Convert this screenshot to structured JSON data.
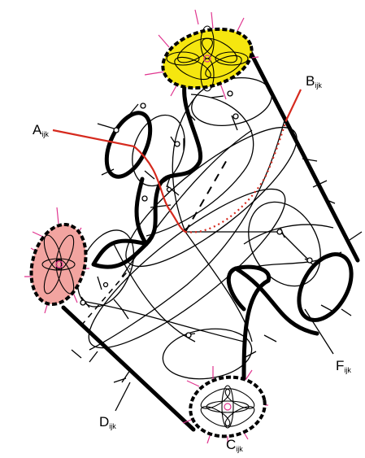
{
  "labels": {
    "A": {
      "main": "A",
      "sub": "ijk"
    },
    "B": {
      "main": "B",
      "sub": "ijk"
    },
    "C": {
      "main": "C",
      "sub": "ijk"
    },
    "D": {
      "main": "D",
      "sub": "ijk"
    },
    "F": {
      "main": "F",
      "sub": "ijk"
    }
  },
  "colors": {
    "outline": "#000000",
    "path_red": "#d62a1e",
    "spike_magenta": "#e0358f",
    "fill_yellow": "#f5e60f",
    "fill_pink": "#f2a4a0",
    "fill_white": "#ffffff"
  }
}
